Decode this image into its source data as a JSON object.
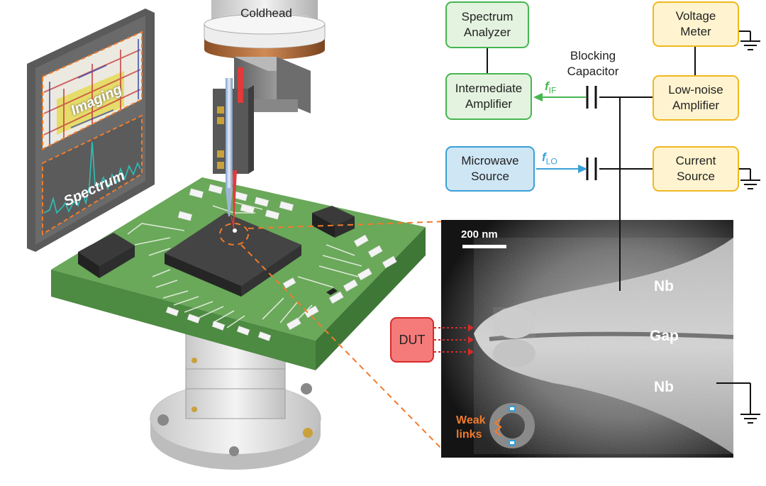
{
  "coldhead_label": "Coldhead",
  "panel_labels": {
    "imaging": "Imaging",
    "spectrum": "Spectrum"
  },
  "circuit": {
    "spectrum_analyzer": "Spectrum\nAnalyzer",
    "intermediate_amplifier": "Intermediate\nAmplifier",
    "voltage_meter": "Voltage\nMeter",
    "low_noise_amplifier": "Low-noise\nAmplifier",
    "blocking_capacitor": "Blocking\nCapacitor",
    "microwave_source": "Microwave\nSource",
    "current_source": "Current\nSource",
    "f_if": {
      "main": "f",
      "sub": "IF"
    },
    "f_lo": {
      "main": "f",
      "sub": "LO"
    }
  },
  "sem": {
    "scale_bar": "200 nm",
    "nb_top": "Nb",
    "gap": "Gap",
    "nb_bottom": "Nb",
    "weak_links": "Weak\nlinks"
  },
  "dut_label": "DUT",
  "colors": {
    "green_border": "#46b650",
    "yellow_border": "#f0b820",
    "blue_border": "#3aa0d8",
    "red_border": "#d82a2a",
    "orange_dash": "#f07b2c",
    "pcb": "#6aa85a"
  }
}
